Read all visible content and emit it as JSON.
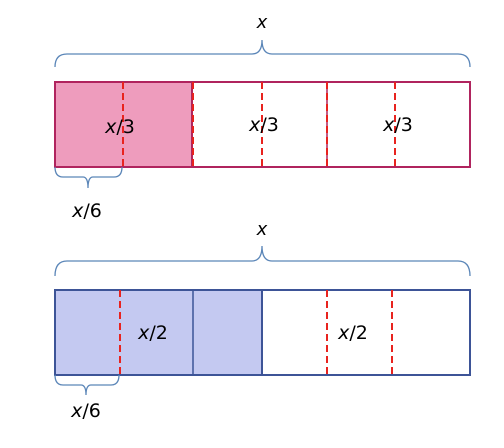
{
  "colors": {
    "background": "#ffffff",
    "brace": "#5b86b8",
    "dash": "#e8231f",
    "bar1_border": "#b0245e",
    "bar1_fill": "#ee9cbd",
    "bar2_border": "#3d5497",
    "bar2_fill": "#c4c9f1"
  },
  "bar1": {
    "total": {
      "var": "x"
    },
    "part": {
      "var": "x",
      "rest": "/3"
    },
    "part2": {
      "var": "x",
      "rest": "/3"
    },
    "part3": {
      "var": "x",
      "rest": "/3"
    },
    "sixth": {
      "var": "x",
      "rest": "/6"
    }
  },
  "bar2": {
    "total": {
      "var": "x"
    },
    "half": {
      "var": "x",
      "rest": "/2"
    },
    "half2": {
      "var": "x",
      "rest": "/2"
    },
    "sixth": {
      "var": "x",
      "rest": "/6"
    }
  }
}
